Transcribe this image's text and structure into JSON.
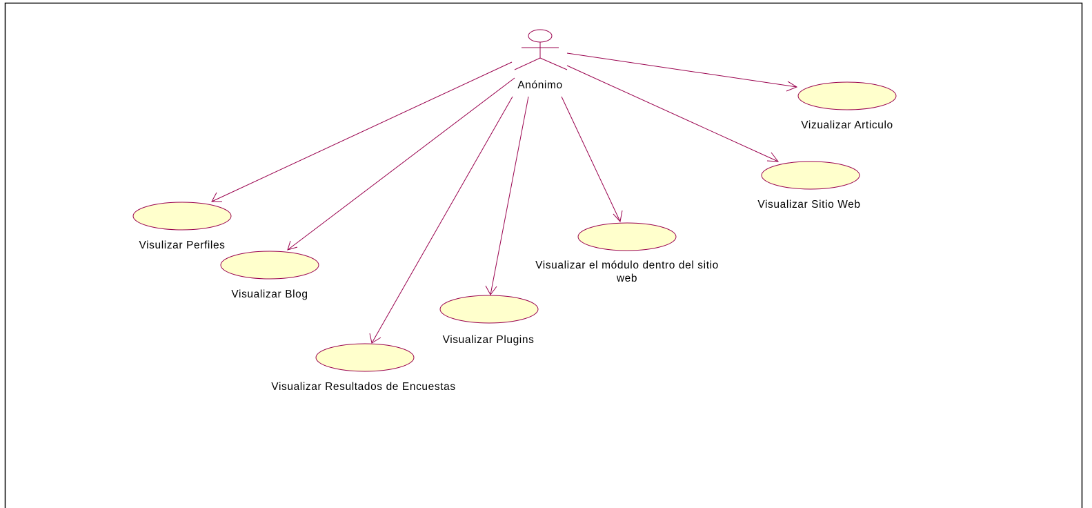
{
  "diagram": {
    "type": "uml-use-case",
    "colors": {
      "line": "#99004d",
      "usecase_fill": "#ffffcc",
      "frame": "#000000",
      "text": "#000000"
    },
    "actor": {
      "name": "Anónimo"
    },
    "use_cases": {
      "perfiles": "Visulizar Perfiles",
      "blog": "Visualizar Blog",
      "encuestas": "Visualizar Resultados de Encuestas",
      "plugins": "Visualizar Plugins",
      "modulo": {
        "line1": "Visualizar el módulo dentro del sitio",
        "line2": "web"
      },
      "sitio_web": "Visualizar Sitio Web",
      "articulo": "Vizualizar Articulo"
    },
    "associations": [
      {
        "from": "Anónimo",
        "to": "Visulizar Perfiles"
      },
      {
        "from": "Anónimo",
        "to": "Visualizar Blog"
      },
      {
        "from": "Anónimo",
        "to": "Visualizar Resultados de Encuestas"
      },
      {
        "from": "Anónimo",
        "to": "Visualizar Plugins"
      },
      {
        "from": "Anónimo",
        "to": "Visualizar el módulo dentro del sitio web"
      },
      {
        "from": "Anónimo",
        "to": "Visualizar Sitio Web"
      },
      {
        "from": "Anónimo",
        "to": "Vizualizar Articulo"
      }
    ]
  }
}
